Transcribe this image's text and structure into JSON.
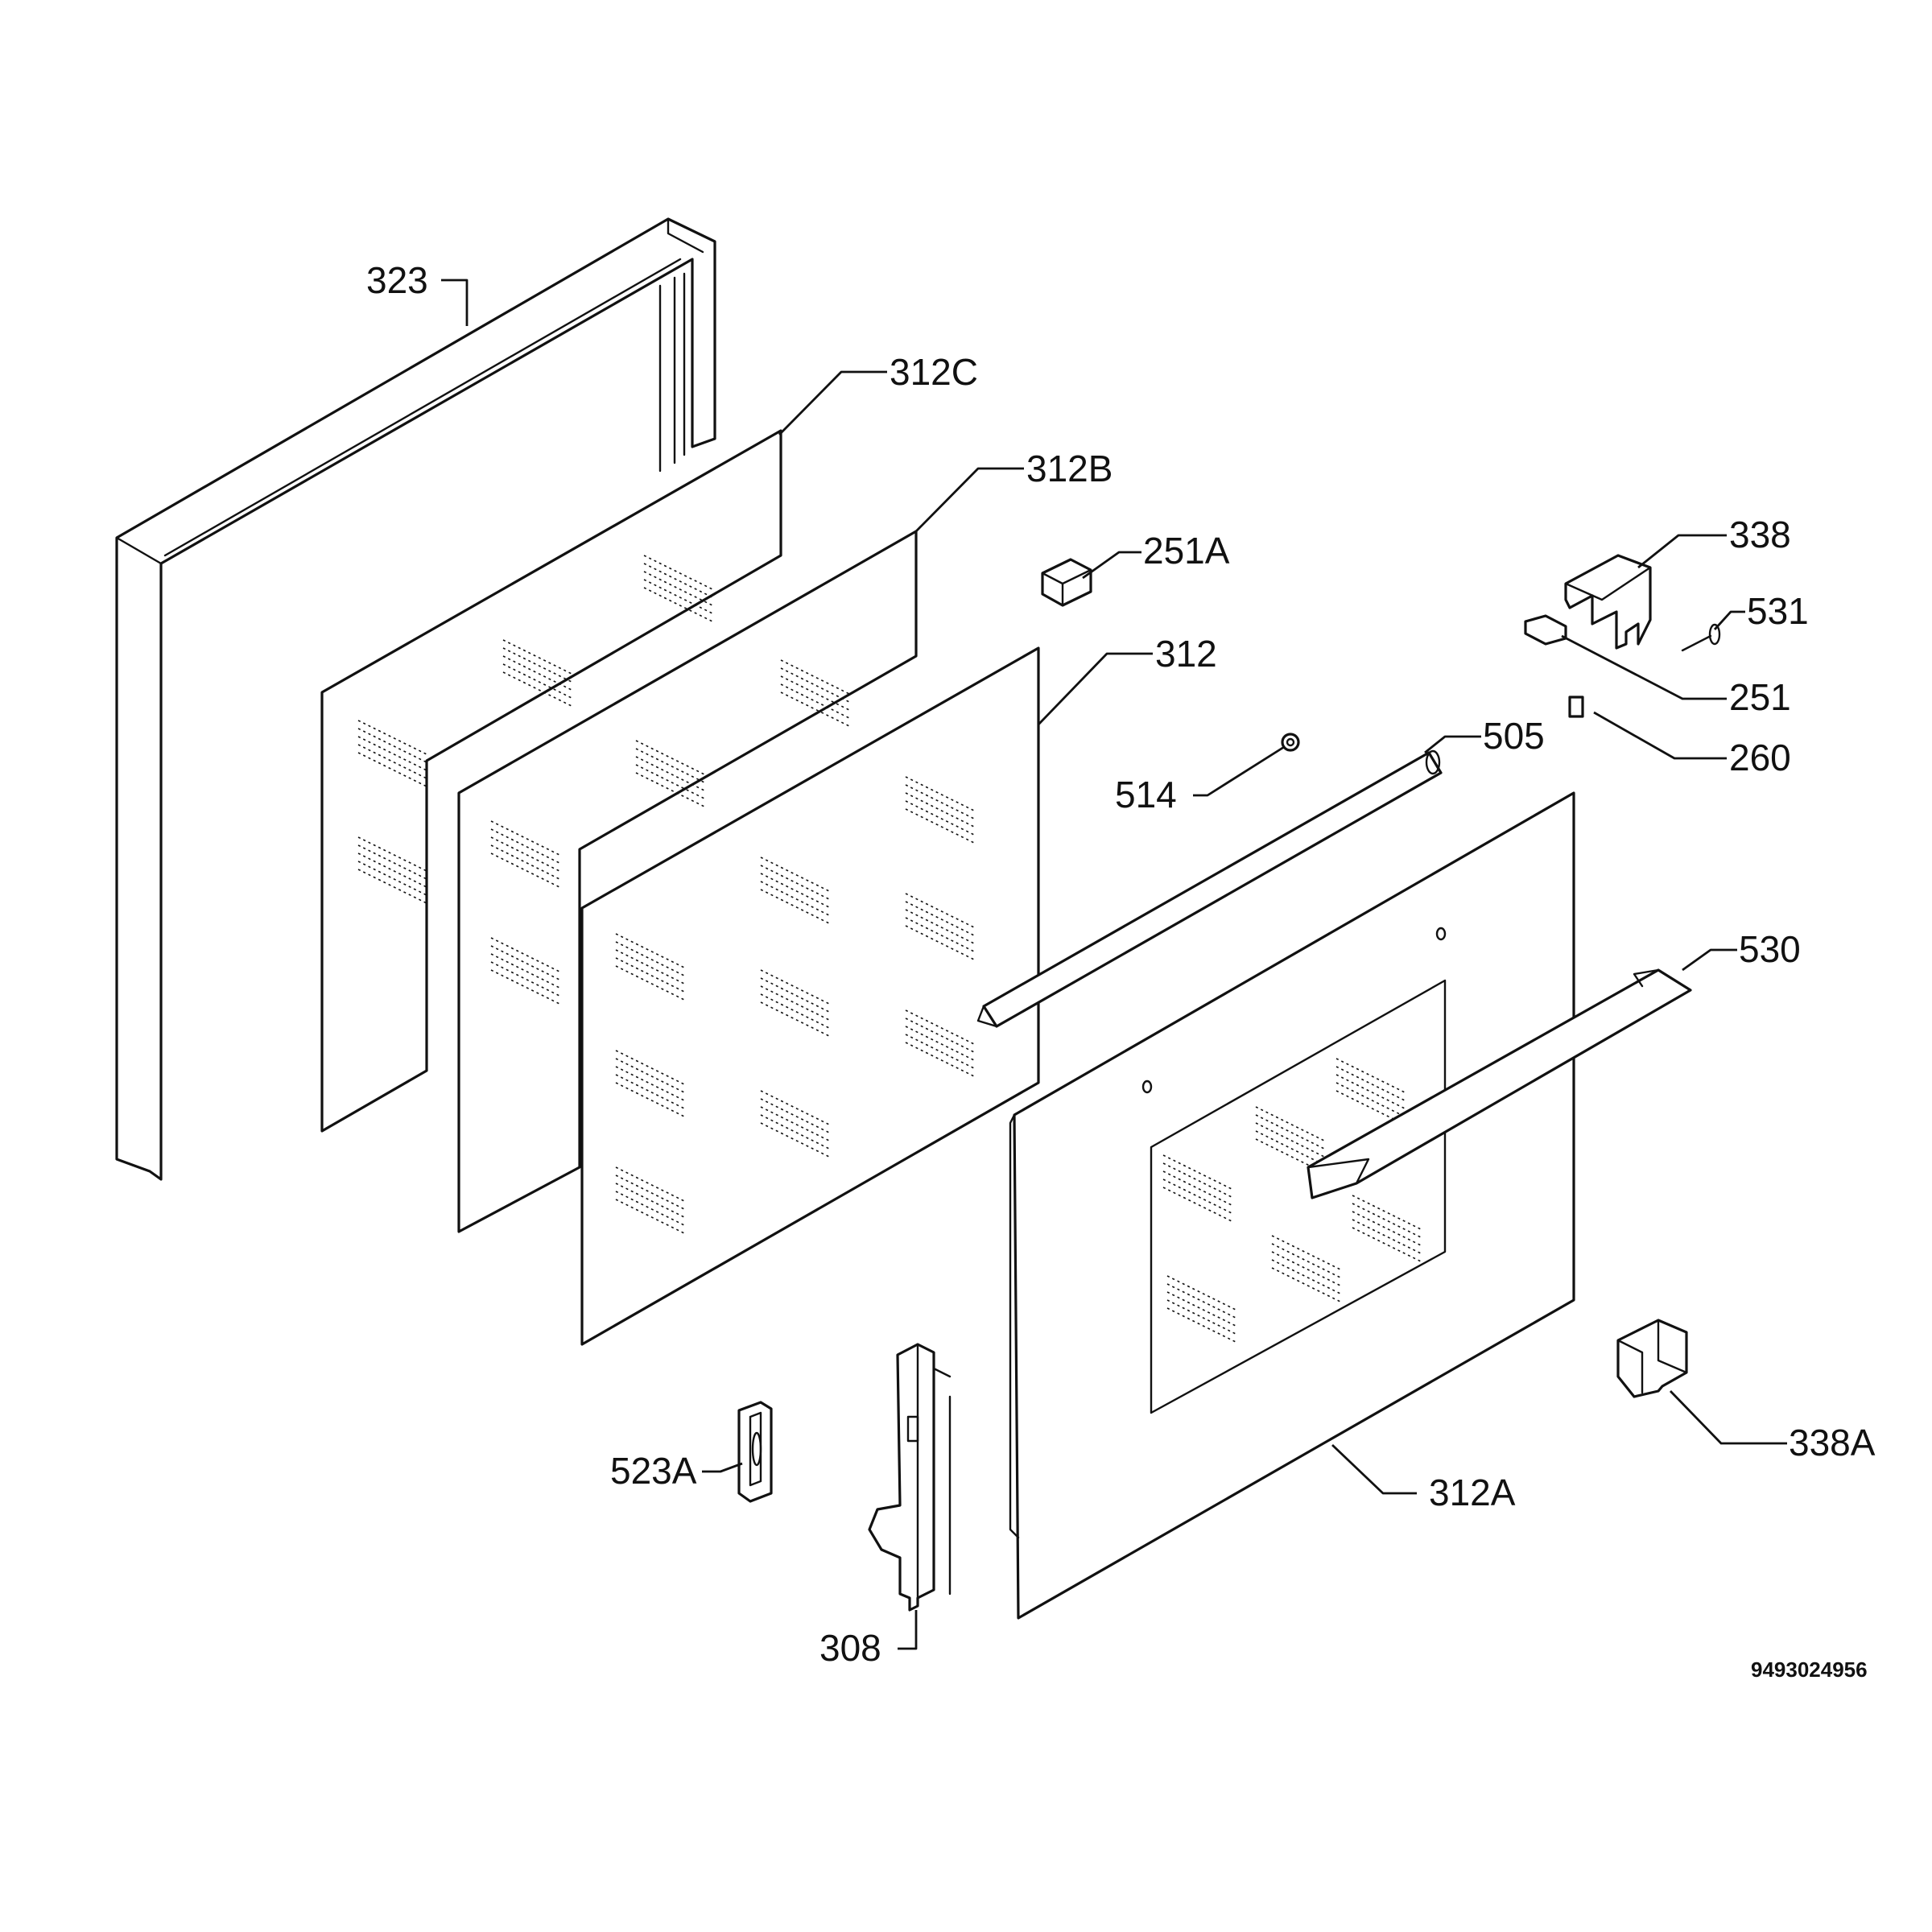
{
  "diagram": {
    "drawing_id": "9493024956",
    "callouts": {
      "c323": "323",
      "c312C": "312C",
      "c312B": "312B",
      "c312": "312",
      "c251A": "251A",
      "c338": "338",
      "c531": "531",
      "c251": "251",
      "c260": "260",
      "c505": "505",
      "c514": "514",
      "c530": "530",
      "c338A": "338A",
      "c312A": "312A",
      "c523A": "523A",
      "c308": "308"
    }
  }
}
